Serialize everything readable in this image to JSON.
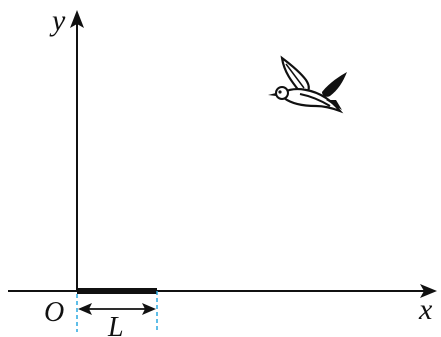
{
  "diagram": {
    "axes": {
      "x_label": "x",
      "y_label": "y",
      "origin_label": "O"
    },
    "segment": {
      "label": "L"
    },
    "icons": {
      "bird": "bird-icon"
    },
    "colors": {
      "ink": "#111111",
      "dashed_marker": "#29a8e0",
      "background": "#ffffff"
    }
  }
}
